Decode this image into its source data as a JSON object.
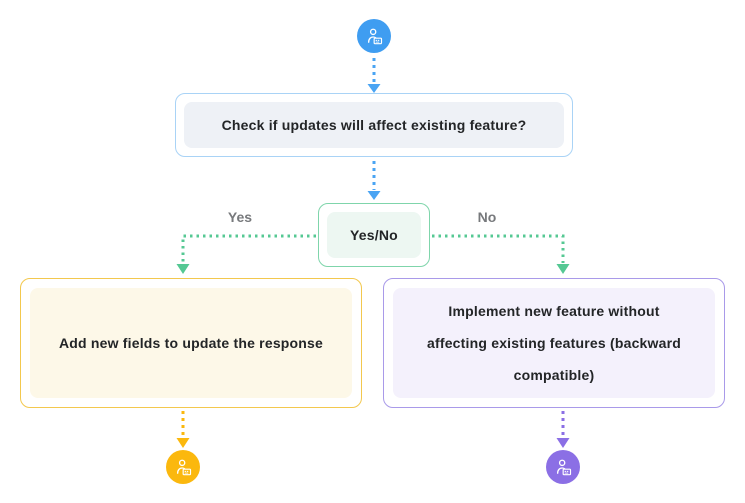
{
  "colors": {
    "blue": "#4aa4f3",
    "blue_border": "#a9d3f6",
    "blue_panel": "#eef1f6",
    "green": "#55c893",
    "green_border": "#7fd5ab",
    "green_panel": "#edf7f2",
    "yellow": "#fbb80e",
    "yellow_border": "#f3c84e",
    "yellow_panel": "#fdf8e8",
    "purple": "#8b6fe5",
    "purple_border": "#a99ae9",
    "purple_panel": "#f4f1fc",
    "text_dark": "#232527",
    "text_gray": "#77797c"
  },
  "flowchart": {
    "start": {
      "icon": "user-badge-icon"
    },
    "check_box": {
      "label": "Check if updates will affect existing feature?"
    },
    "decision_box": {
      "label": "Yes/No"
    },
    "branch_yes": {
      "label": "Yes",
      "box": "Add new fields to update the response",
      "icon": "user-badge-icon"
    },
    "branch_no": {
      "label": "No",
      "box": "Implement new feature without affecting existing features (backward compatible)",
      "box_lines": [
        "Implement new feature without",
        "affecting existing features (backward",
        "compatible)"
      ],
      "icon": "user-badge-icon"
    }
  }
}
